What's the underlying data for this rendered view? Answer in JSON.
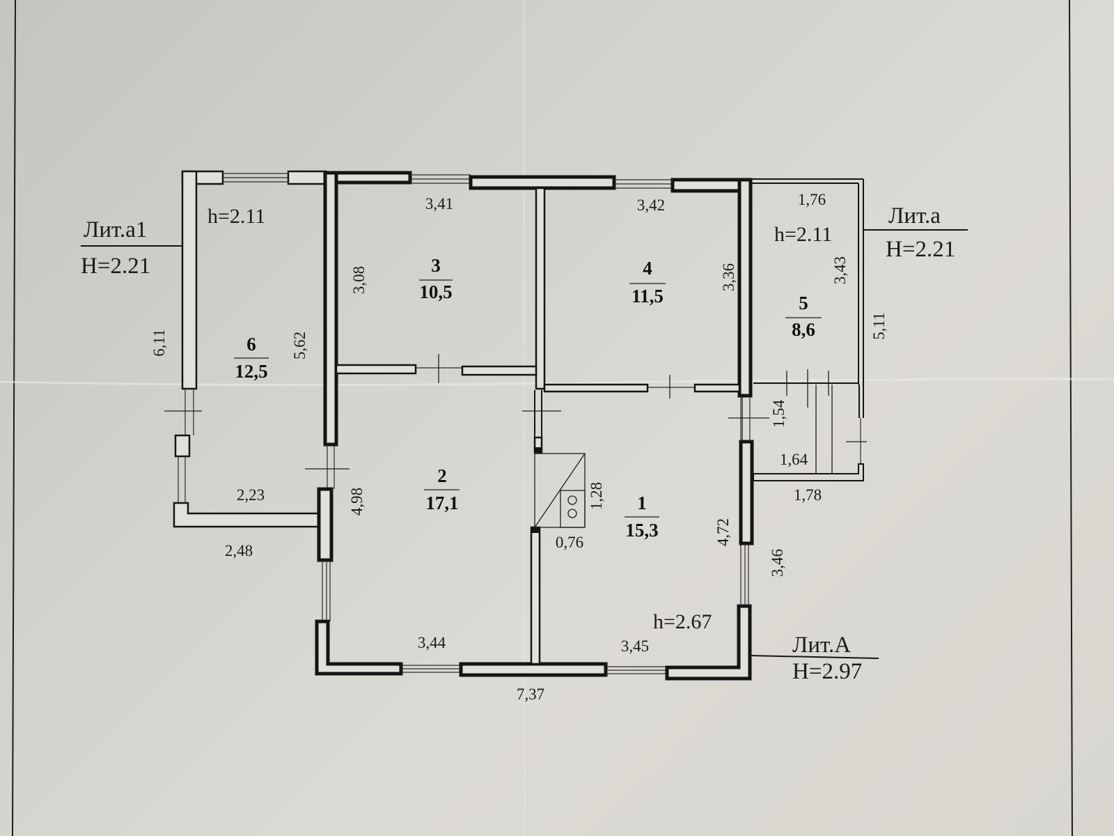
{
  "plan": {
    "colors": {
      "ink": "#141414",
      "paper": "#d6d4ce"
    },
    "rooms": [
      {
        "number": "1",
        "area": "15,3"
      },
      {
        "number": "2",
        "area": "17,1"
      },
      {
        "number": "3",
        "area": "10,5"
      },
      {
        "number": "4",
        "area": "11,5"
      },
      {
        "number": "5",
        "area": "8,6"
      },
      {
        "number": "6",
        "area": "12,5"
      }
    ],
    "heights": {
      "room6": "h=2.11",
      "room5": "h=2.11",
      "room1": "h=2.67"
    },
    "liters": {
      "a1": {
        "name": "Лит.а1",
        "height": "H=2.21"
      },
      "a": {
        "name": "Лит.а",
        "height": "H=2.21"
      },
      "A": {
        "name": "Лит.А",
        "height": "H=2.97"
      }
    },
    "dimensions": {
      "d341": "3,41",
      "d342": "3,42",
      "d176": "1,76",
      "d308": "3,08",
      "d336": "3,36",
      "d343": "3,43",
      "d511": "5,11",
      "d611": "6,11",
      "d562": "5,62",
      "d154": "1,54",
      "d164": "1,64",
      "d178": "1,78",
      "d223": "2,23",
      "d248": "2,48",
      "d498": "4,98",
      "d128": "1,28",
      "d076": "0,76",
      "d472": "4,72",
      "d346": "3,46",
      "d344": "3,44",
      "d345": "3,45",
      "d737": "7,37"
    }
  }
}
